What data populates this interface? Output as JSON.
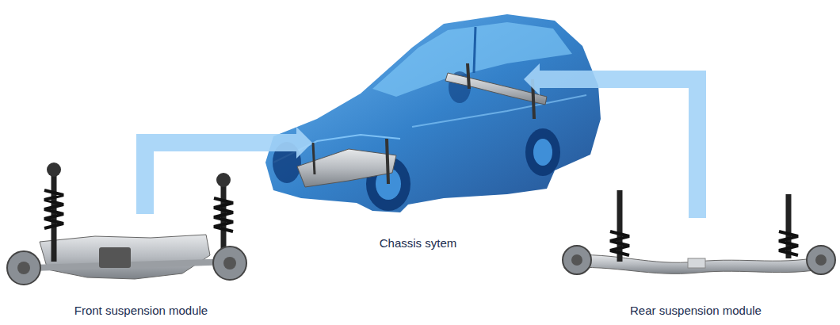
{
  "diagram": {
    "nodes": [
      {
        "text": [
          "Front suspension module"
        ]
      },
      {
        "text": [
          "Chassis sytem"
        ]
      },
      {
        "text": [
          "Rear suspension module"
        ]
      }
    ],
    "edges": [
      {
        "from": 0,
        "to": 1,
        "arrow": "to"
      },
      {
        "from": 2,
        "to": 1,
        "arrow": "to"
      }
    ]
  }
}
